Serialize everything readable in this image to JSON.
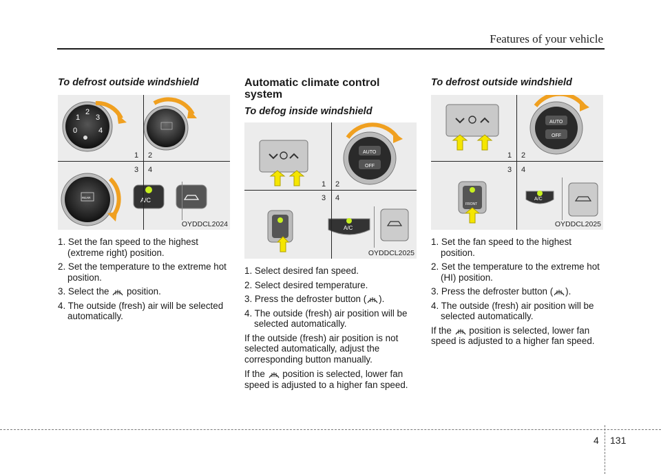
{
  "header": {
    "title": "Features of your vehicle"
  },
  "footer": {
    "chapter": "4",
    "page": "131"
  },
  "left": {
    "heading": "To defrost outside windshield",
    "figure": {
      "code": "OYDDCL2024",
      "numbers": [
        "1",
        "2",
        "3",
        "4"
      ]
    },
    "steps": [
      {
        "num": "1.",
        "text": "Set the fan speed to the highest (extreme right) position."
      },
      {
        "num": "2.",
        "text": "Set the temperature to the extreme hot position."
      },
      {
        "num": "3.",
        "pre": "Select the",
        "post": "position."
      },
      {
        "num": "4.",
        "text": "The outside (fresh) air will be selected automatically."
      }
    ]
  },
  "middle": {
    "heading": "Automatic climate control system",
    "subheading": "To defog inside windshield",
    "figure": {
      "code": "OYDDCL2025",
      "numbers": [
        "1",
        "2",
        "3",
        "4"
      ]
    },
    "steps": [
      {
        "num": "1.",
        "text": "Select desired fan speed."
      },
      {
        "num": "2.",
        "text": "Select desired temperature."
      },
      {
        "num": "3.",
        "pre": "Press the defroster button (",
        "post": ")."
      },
      {
        "num": "4.",
        "text": "The outside (fresh) air position will be selected automatically."
      }
    ],
    "para1": "If the outside (fresh) air position is not selected automatically, adjust the corresponding button manually.",
    "para2_pre": "If the",
    "para2_post": "position is selected, lower fan speed is adjusted to a higher fan speed."
  },
  "right": {
    "heading": "To defrost outside windshield",
    "figure": {
      "code": "OYDDCL2025",
      "numbers": [
        "1",
        "2",
        "3",
        "4"
      ]
    },
    "steps": [
      {
        "num": "1.",
        "text": "Set the fan speed to the highest position."
      },
      {
        "num": "2.",
        "text": "Set the temperature to the extreme hot (HI) position."
      },
      {
        "num": "3.",
        "pre": "Press the defroster button (",
        "post": ")."
      },
      {
        "num": "4.",
        "text": "The outside (fresh) air position will be selected automatically."
      }
    ],
    "para_pre": "If the",
    "para_post": "position is selected, lower fan speed is adjusted to a higher fan speed."
  },
  "knob_labels": {
    "fan_digits": [
      "0",
      "1",
      "2",
      "3",
      "4"
    ],
    "auto": "AUTO",
    "off": "OFF",
    "ac": "A/C",
    "rear": "REAR",
    "front": "FRONT"
  },
  "colors": {
    "arrow_yellow": "#f5e600",
    "arc_orange": "#f0a020",
    "led_green": "#c8f020"
  }
}
